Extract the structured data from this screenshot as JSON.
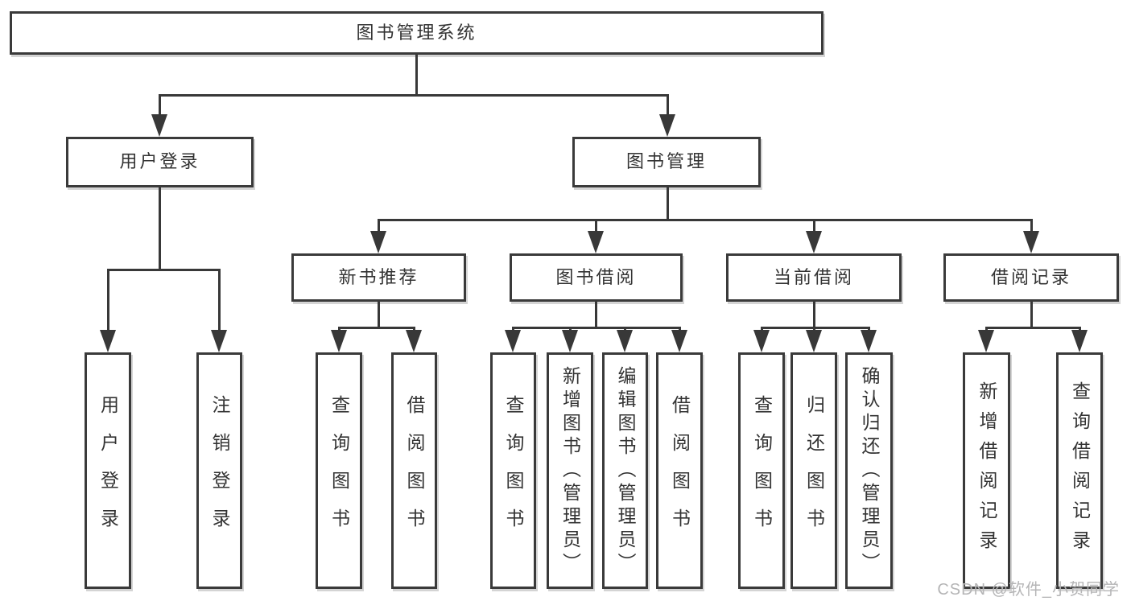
{
  "diagram": {
    "title": "图书管理系统",
    "watermark": "CSDN @软件_小贺同学",
    "colors": {
      "line": "#383838",
      "border": "#3a3a3a",
      "text": "#333333",
      "background": "#ffffff",
      "watermark": "#b5b5b6"
    },
    "tree": {
      "id": "library-system",
      "label": "图书管理系统",
      "children": [
        {
          "id": "user-login",
          "label": "用户登录",
          "children": [
            {
              "id": "user-login-op",
              "label": "用户登录"
            },
            {
              "id": "logout-op",
              "label": "注销登录"
            }
          ]
        },
        {
          "id": "book-management",
          "label": "图书管理",
          "children": [
            {
              "id": "new-book-recommend",
              "label": "新书推荐",
              "children": [
                {
                  "id": "recommend-query-books",
                  "label": "查询图书"
                },
                {
                  "id": "recommend-borrow-books",
                  "label": "借阅图书"
                }
              ]
            },
            {
              "id": "book-borrow",
              "label": "图书借阅",
              "children": [
                {
                  "id": "borrow-query-books",
                  "label": "查询图书"
                },
                {
                  "id": "borrow-add-books-admin",
                  "label": "新增图书（管理员）"
                },
                {
                  "id": "borrow-edit-books-admin",
                  "label": "编辑图书（管理员）"
                },
                {
                  "id": "borrow-borrow-books",
                  "label": "借阅图书"
                }
              ]
            },
            {
              "id": "current-borrow",
              "label": "当前借阅",
              "children": [
                {
                  "id": "current-query-books",
                  "label": "查询图书"
                },
                {
                  "id": "current-return-books",
                  "label": "归还图书"
                },
                {
                  "id": "current-confirm-return-admin",
                  "label": "确认归还（管理员）"
                }
              ]
            },
            {
              "id": "borrow-records",
              "label": "借阅记录",
              "children": [
                {
                  "id": "records-add-borrow-record",
                  "label": "新增借阅记录"
                },
                {
                  "id": "records-query-borrow-record",
                  "label": "查询借阅记录"
                }
              ]
            }
          ]
        }
      ]
    }
  }
}
